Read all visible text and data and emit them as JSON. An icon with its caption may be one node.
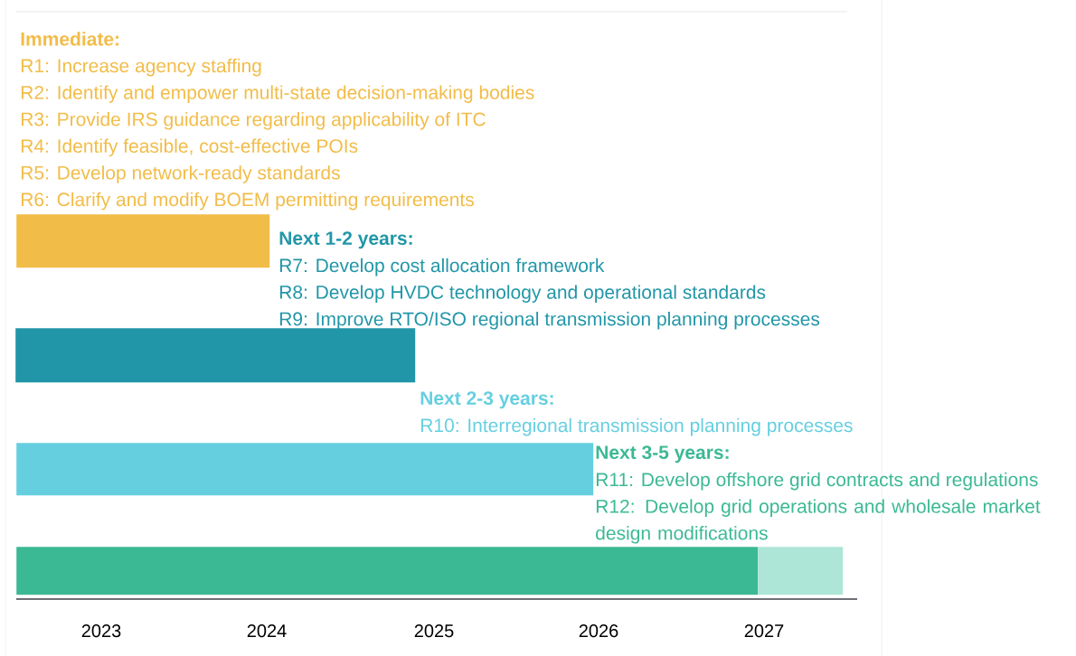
{
  "diagram": {
    "nodes": [
      {
        "text": [],
        "shape": "bar"
      },
      {
        "text": [],
        "shape": "bar"
      },
      {
        "text": [],
        "shape": "bar"
      },
      {
        "text": [],
        "shape": "bar"
      },
      {
        "text": [],
        "shape": "bar"
      }
    ],
    "labels": [
      "Immediate:",
      "R1: Increase agency staffing",
      "R2: Identify and empower multi-state decision-making bodies",
      "R3: Provide IRS guidance regarding applicability of ITC",
      "R4: Identify feasible, cost-effective POIs",
      "R5: Develop network-ready standards",
      "R6: Clarify and modify BOEM permitting requirements",
      "Next 1-2 years:",
      "R7: Develop cost allocation framework",
      "R8: Develop HVDC technology and operational standards",
      "R9: Improve RTO/ISO regional transmission planning processes",
      "Next 2-3 years:",
      "R10: Interregional transmission planning processes",
      "Next 3-5 years:",
      "R11: Develop offshore grid contracts and regulations",
      "R12: Develop grid operations and wholesale market design modifications",
      "2023",
      "2024",
      "2025",
      "2026",
      "2027"
    ]
  }
}
